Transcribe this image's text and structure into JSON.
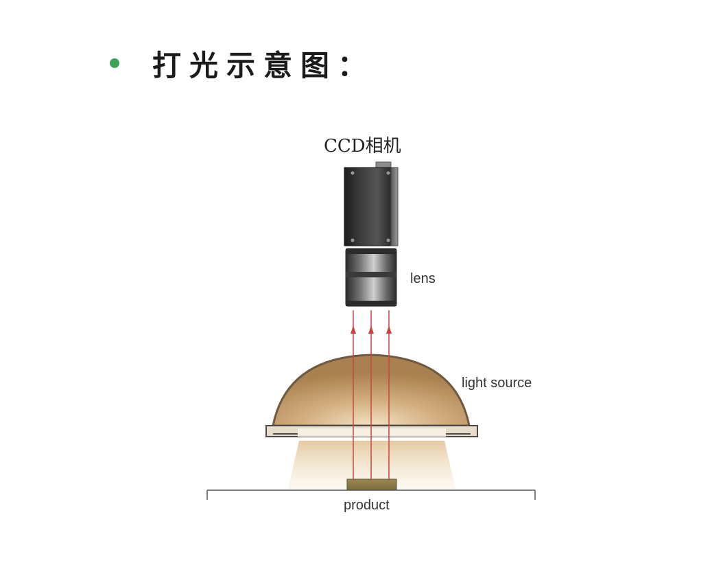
{
  "header": {
    "title": "打光示意图："
  },
  "labels": {
    "camera": "CCD相机",
    "lens": "lens",
    "light_source": "light source",
    "product": "product"
  },
  "colors": {
    "bullet": "#3aa357",
    "light_ray": "#c8453d",
    "dome": "#b68c5c",
    "product": "#8a7a4a"
  }
}
